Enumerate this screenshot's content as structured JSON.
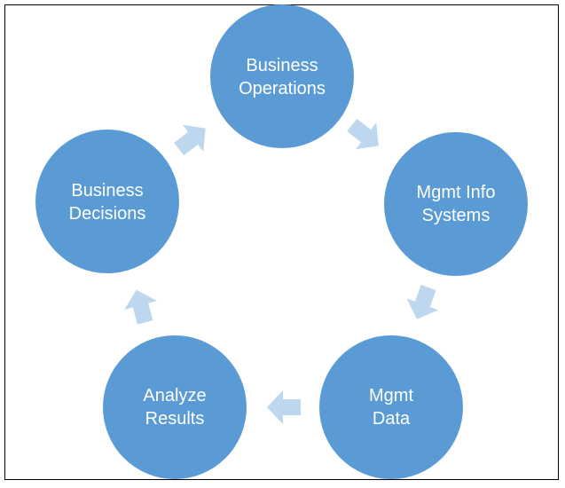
{
  "diagram": {
    "type": "cycle",
    "colors": {
      "node_fill": "#5b9bd5",
      "arrow_fill": "#bdd7ee",
      "label_color": "#ffffff",
      "border": "#000000"
    },
    "nodes": [
      {
        "line1": "Business",
        "line2": "Operations"
      },
      {
        "line1": "Mgmt Info",
        "line2": "Systems"
      },
      {
        "line1": "Mgmt",
        "line2": "Data"
      },
      {
        "line1": "Analyze",
        "line2": "Results"
      },
      {
        "line1": "Business",
        "line2": "Decisions"
      }
    ],
    "arrows": [
      {
        "from": "Business Operations",
        "to": "Mgmt Info Systems"
      },
      {
        "from": "Mgmt Info Systems",
        "to": "Mgmt Data"
      },
      {
        "from": "Mgmt Data",
        "to": "Analyze Results"
      },
      {
        "from": "Analyze Results",
        "to": "Business Decisions"
      },
      {
        "from": "Business Decisions",
        "to": "Business Operations"
      }
    ]
  }
}
